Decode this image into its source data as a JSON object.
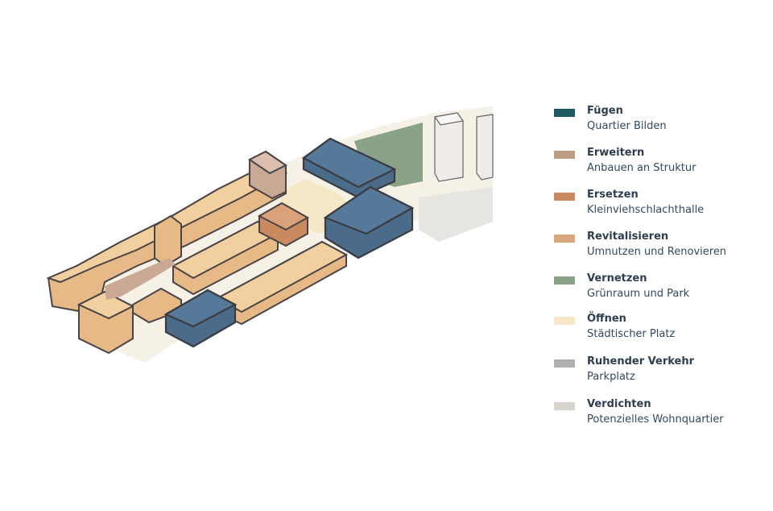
{
  "legend": {
    "items": [
      {
        "title": "Fügen",
        "subtitle": "Quartier Bilden",
        "color": "#1d5a60"
      },
      {
        "title": "Erweitern",
        "subtitle": "Anbauen an Struktur",
        "color": "#bd9c86"
      },
      {
        "title": "Ersetzen",
        "subtitle": "Kleinviehschlachthalle",
        "color": "#c98a60"
      },
      {
        "title": "Revitalisieren",
        "subtitle": "Umnutzen und Renovieren",
        "color": "#d9a77a"
      },
      {
        "title": "Vernetzen",
        "subtitle": "Grünraum und Park",
        "color": "#8aa288"
      },
      {
        "title": "Öffnen",
        "subtitle": "Städtischer Platz",
        "color": "#f6e8c6"
      },
      {
        "title": "Ruhender Verkehr",
        "subtitle": "Parkplatz",
        "color": "#b0b0b0"
      },
      {
        "title": "Verdichten",
        "subtitle": "Potenzielles Wohnquartier",
        "color": "#d8d4cf"
      }
    ]
  },
  "colors": {
    "ground": "#f6f1e6",
    "parking": "#e9e8e5",
    "revitalize_top": "#f1cf9f",
    "fuegen_top": "#56799a",
    "outline": "#4a4446"
  }
}
